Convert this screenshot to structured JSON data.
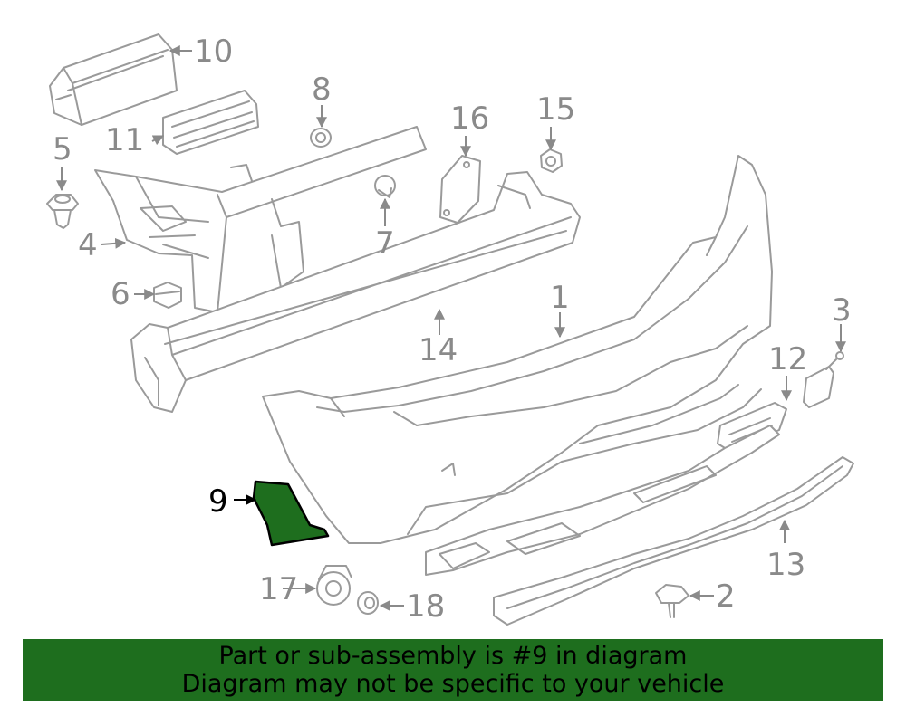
{
  "callouts": {
    "c1": "1",
    "c2": "2",
    "c3": "3",
    "c4": "4",
    "c5": "5",
    "c6": "6",
    "c7": "7",
    "c8": "8",
    "c9": "9",
    "c10": "10",
    "c11": "11",
    "c12": "12",
    "c13": "13",
    "c14": "14",
    "c15": "15",
    "c16": "16",
    "c17": "17",
    "c18": "18"
  },
  "highlight": {
    "part_number": "9",
    "color": "#1e6e1e"
  },
  "banner": {
    "line1": "Part or sub-assembly is #9 in diagram",
    "line2": "Diagram may not be specific to your vehicle",
    "background": "#1e6e1e"
  }
}
